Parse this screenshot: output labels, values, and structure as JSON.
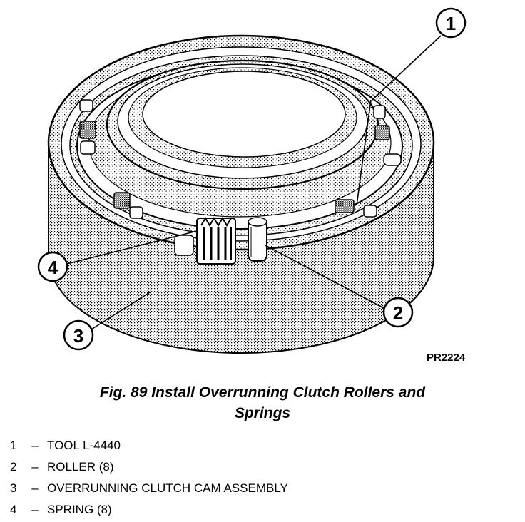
{
  "figure": {
    "code": "PR2224",
    "callouts": [
      "1",
      "2",
      "3",
      "4"
    ]
  },
  "caption": {
    "line1": "Fig. 89 Install Overrunning Clutch Rollers and",
    "line2": "Springs"
  },
  "legend": [
    {
      "num": "1",
      "dash": "–",
      "text": "TOOL L-4440"
    },
    {
      "num": "2",
      "dash": "–",
      "text": "ROLLER (8)"
    },
    {
      "num": "3",
      "dash": "–",
      "text": "OVERRUNNING CLUTCH CAM ASSEMBLY"
    },
    {
      "num": "4",
      "dash": "–",
      "text": "SPRING (8)"
    }
  ]
}
